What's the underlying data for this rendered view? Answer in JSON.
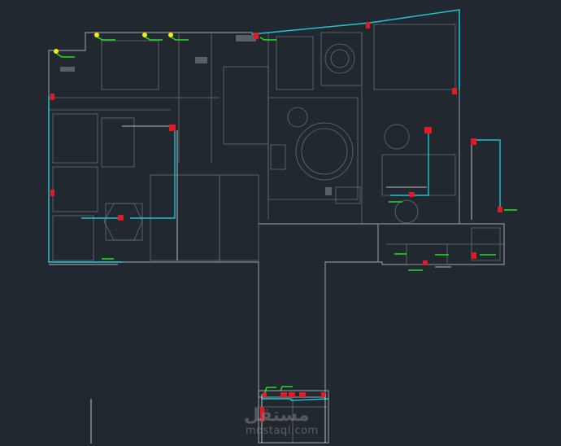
{
  "drawing": {
    "type": "CAD floor plan - plumbing/drainage layout",
    "colors": {
      "background": "#212830",
      "walls": "#8a8f96",
      "pipes": "#19c6d2",
      "fixtures": "#e01b24",
      "labels": "#22dd22",
      "drains": "#f2f200",
      "dimensions": "#ffffff"
    }
  },
  "watermark": {
    "logo": "مستقل",
    "url": "mostaql.com"
  }
}
